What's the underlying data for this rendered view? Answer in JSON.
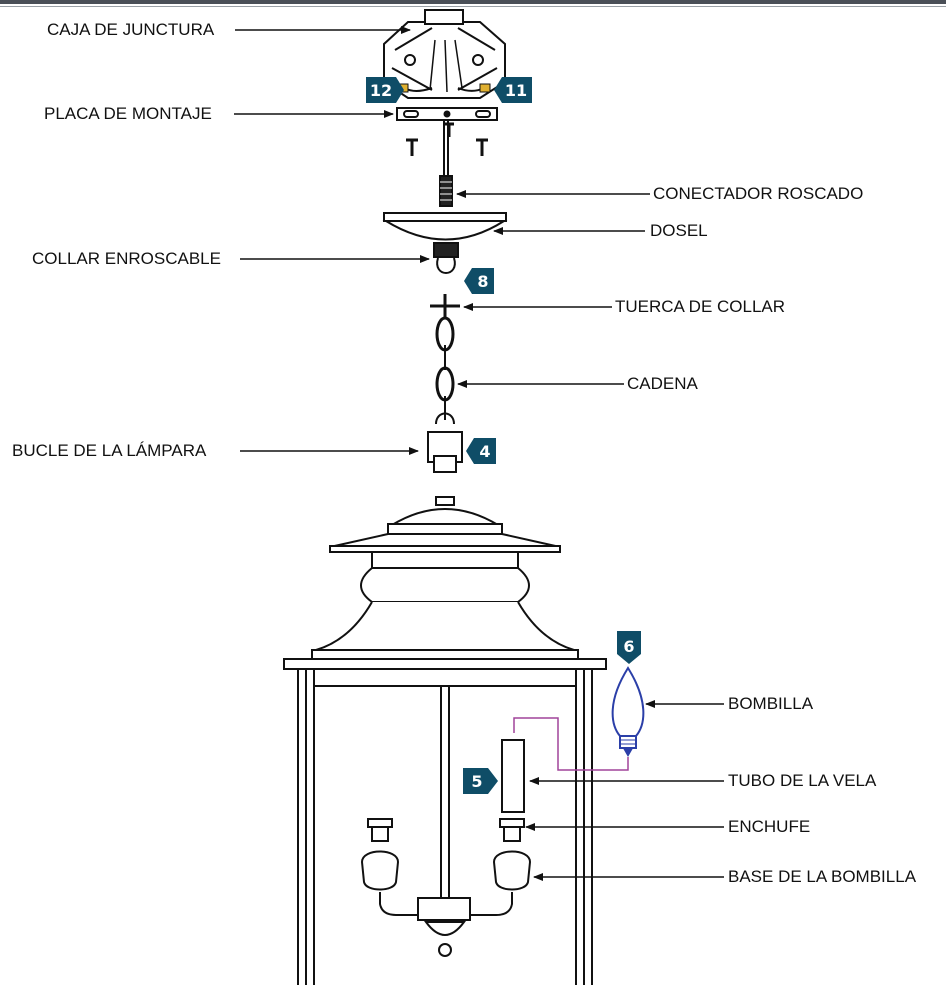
{
  "labels": {
    "caja_de_junctura": "CAJA DE JUNCTURA",
    "placa_de_montaje": "PLACA DE MONTAJE",
    "conectador_roscado": "CONECTADOR ROSCADO",
    "dosel": "DOSEL",
    "collar_enroscable": "COLLAR ENROSCABLE",
    "tuerca_de_collar": "TUERCA DE COLLAR",
    "cadena": "CADENA",
    "bucle_de_la_lampara": "BUCLE DE LA LÁMPARA",
    "bombilla": "BOMBILLA",
    "tubo_de_la_vela": "TUBO DE LA VELA",
    "enchufe": "ENCHUFE",
    "base_de_la_bombilla": "BASE DE LA BOMBILLA"
  },
  "steps": {
    "s12": "12",
    "s11": "11",
    "s8": "8",
    "s4": "4",
    "s6": "6",
    "s5": "5"
  },
  "colors": {
    "badge": "#0f4d67",
    "line": "#111111",
    "bulb": "#2b3fa8",
    "guide": "#a0449a"
  }
}
